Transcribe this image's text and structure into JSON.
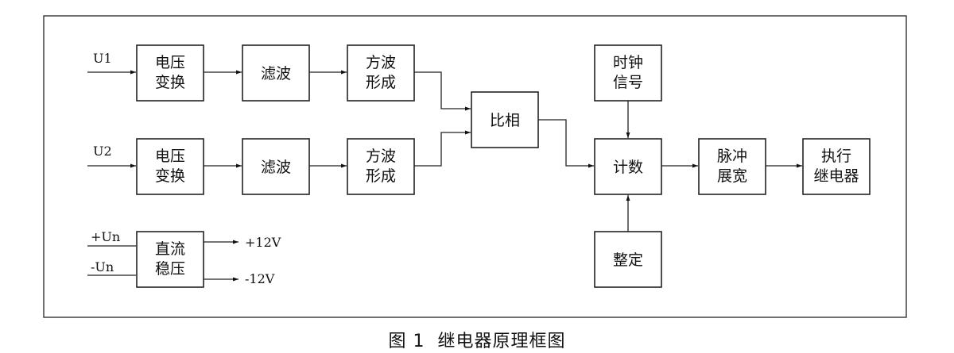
{
  "blocks": {
    "voltage_transform_1": [
      "电压",
      "变换"
    ],
    "filter_1": [
      "滤波"
    ],
    "square_wave_1": [
      "方波",
      "形成"
    ],
    "voltage_transform_2": [
      "电压",
      "变换"
    ],
    "filter_2": [
      "滤波"
    ],
    "square_wave_2": [
      "方波",
      "形成"
    ],
    "phase_compare": [
      "比相"
    ],
    "clock_signal": [
      "时钟",
      "信号"
    ],
    "counter": [
      "计数"
    ],
    "pulse_widen": [
      "脉冲",
      "展宽"
    ],
    "relay_exec": [
      "执行",
      "继电器"
    ],
    "setting": [
      "整定"
    ],
    "dc_regulator": [
      "直流",
      "稳压"
    ]
  },
  "signals": {
    "u1": "U1",
    "u2": "U2",
    "plus_un": "+Un",
    "minus_un": "-Un",
    "plus_12v": "+12V",
    "minus_12v": "-12V"
  },
  "caption": {
    "figure": "图 1",
    "title": "继电器原理框图"
  }
}
